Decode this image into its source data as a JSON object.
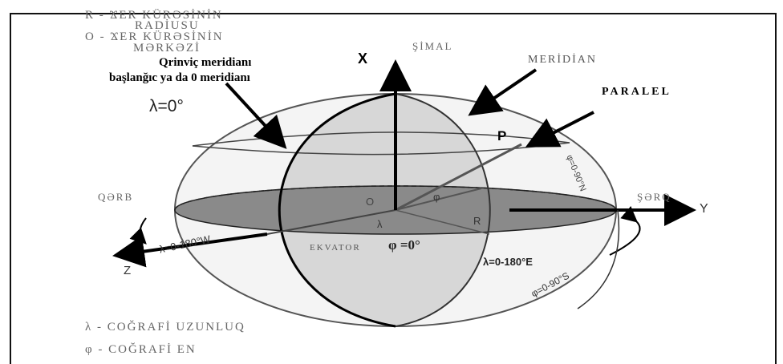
{
  "legend": {
    "r_line1": "R -  ϪER KÜRƏSİNİN",
    "r_line2": "RADİUSU",
    "o_line1": "O -  ϪER KÜRƏSİNİN",
    "o_line2": "MƏRKƏZİ",
    "lambda_desc": "λ -   COĞRAFİ UZUNLUQ",
    "phi_desc": "φ -   COĞRAFİ EN"
  },
  "callouts": {
    "greenwich_line1": "Qrinviç meridianı",
    "greenwich_line2": "başlanğıc ya da 0 meridianı",
    "lambda_zero": "λ=0°",
    "meridian": "MERİDİAN",
    "parallel": "PARALEL",
    "north": "ŞİMAL",
    "west": "QƏRB",
    "east": "ŞƏRQ",
    "equator": "EKVATOR",
    "phi_zero": "φ =0°",
    "lambda_west": "λ=0-180°W",
    "lambda_east": "λ=0-180°E",
    "phi_north": "φ=0-90°N",
    "phi_south": "φ=0-90°S"
  },
  "axes": {
    "x": "X",
    "y": "Y",
    "z": "Z"
  },
  "points": {
    "origin": "O",
    "point_p": "P",
    "radius": "R",
    "phi_angle": "φ",
    "lambda_angle": "λ"
  }
}
